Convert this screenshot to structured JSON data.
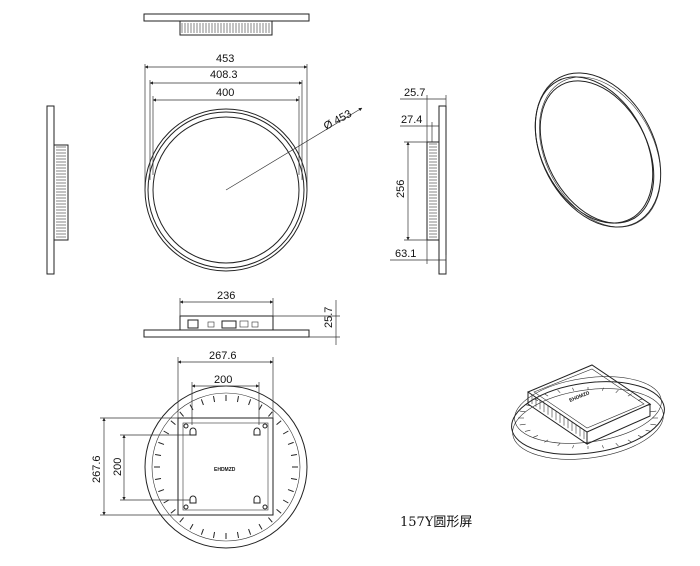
{
  "caption": "157Y圆形屏",
  "front_view": {
    "dim_outer": "453",
    "dim_mid": "408.3",
    "dim_inner": "400",
    "dim_diameter": "Ø 453"
  },
  "side_view": {
    "dim_depth": "25.7",
    "dim_bezel": "27.4",
    "dim_box": "256",
    "dim_bottom": "63.1"
  },
  "bottom_view": {
    "dim_width": "236",
    "dim_depth": "25.7"
  },
  "rear_view": {
    "dim_horizontal_outer": "267.6",
    "dim_horizontal_inner": "200",
    "dim_vertical_outer": "267.6",
    "dim_vertical_inner": "200",
    "brand_label": "EHDMZD"
  },
  "iso_rear_view": {
    "brand_label": "EHDMZD"
  }
}
